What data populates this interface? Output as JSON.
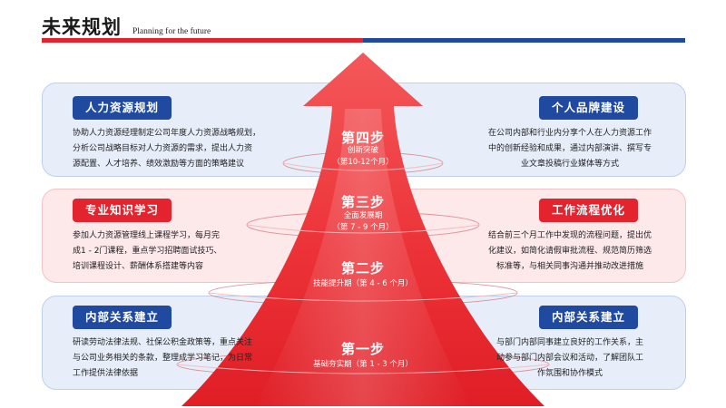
{
  "header": {
    "title": "未来规划",
    "subtitle": "Planning for the future"
  },
  "colors": {
    "accent_red": "#e3232d",
    "accent_blue": "#1f4aa0",
    "band_blue": "#e7eefa",
    "band_red": "#fde8ea"
  },
  "rows": {
    "row1": {
      "left": {
        "label": "人力资源规划",
        "desc_lines": [
          "协助人力资源经理制定公司年度人力资源战略规划，",
          "分析公司战略目标对人力资源的需求，提出人力资",
          "源配置、人才培养、绩效激励等方面的策略建议"
        ]
      },
      "right": {
        "label": "个人品牌建设",
        "desc_lines": [
          "在公司内部和行业内分享个人在人力资源工作",
          "中的创新经验和成果，通过内部演讲、撰写专",
          "业文章投稿行业媒体等方式"
        ]
      }
    },
    "row2": {
      "left": {
        "label": "专业知识学习",
        "desc_lines": [
          "参加人力资源管理线上课程学习，每月完",
          "成1 - 2门课程，重点学习招聘面试技巧、",
          "培训课程设计、薪酬体系搭建等内容"
        ]
      },
      "right": {
        "label": "工作流程优化",
        "desc_lines": [
          "结合前三个月工作中发现的流程问题，提出优",
          "化建议，如简化请假审批流程、规范简历筛选",
          "标准等，与相关同事沟通并推动改进措施"
        ]
      }
    },
    "row3": {
      "left": {
        "label": "内部关系建立",
        "desc_lines": [
          "研读劳动法律法规、社保公积金政策等，重点关注",
          "与公司业务相关的条款，整理成学习笔记，为日常",
          "工作提供法律依据"
        ]
      },
      "right": {
        "label": "内部关系建立",
        "desc_lines": [
          "与部门内部同事建立良好的工作关系，主",
          "动参与部门内部会议和活动，了解团队工",
          "作氛围和协作模式"
        ]
      }
    }
  },
  "steps": [
    {
      "title": "第四步",
      "sub": [
        "创新突破",
        "（第10-12个月）"
      ]
    },
    {
      "title": "第三步",
      "sub": [
        "全面发展期",
        "（第 7 - 9 个月）"
      ]
    },
    {
      "title": "第二步",
      "sub": [
        "技能提升期（第 4 - 6 个月）"
      ]
    },
    {
      "title": "第一步",
      "sub": [
        "基础夯实期（第 1 - 3 个月）"
      ]
    }
  ]
}
